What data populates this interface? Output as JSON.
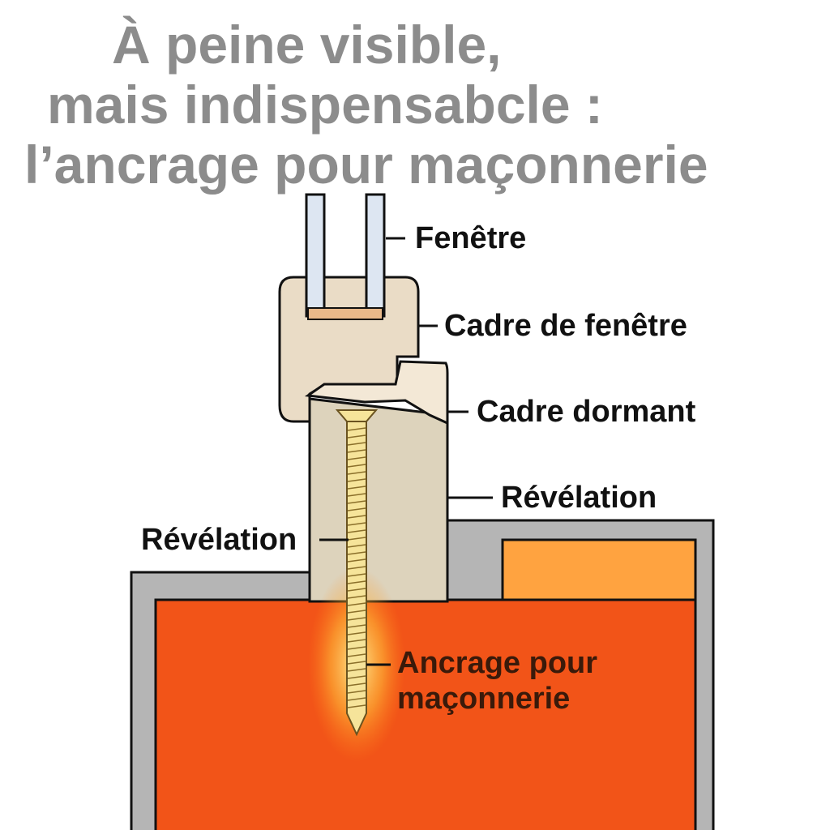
{
  "title": {
    "line1": "À peine visible,",
    "line2": "mais indispensabcle :",
    "line3": "l’ancrage pour maçonnerie"
  },
  "labels": {
    "fenetre": "Fenêtre",
    "cadre_fenetre": "Cadre de fenêtre",
    "cadre_dormant": "Cadre dormant",
    "revelation_right": "Révélation",
    "revelation_left": "Révélation",
    "ancrage_line1": "Ancrage pour",
    "ancrage_line2": "maçonnerie"
  },
  "colors": {
    "title": "#8c8c8c",
    "masonry": "#f25418",
    "insulation": "#ffa340",
    "wall_gray": "#b5b5b5",
    "frame_wood": "#eadcc6",
    "dormant_wood": "#f3e8d6",
    "reveal_wood": "#ddd3bc",
    "glass": "#dde6f2",
    "screw": "#f6e49a"
  }
}
